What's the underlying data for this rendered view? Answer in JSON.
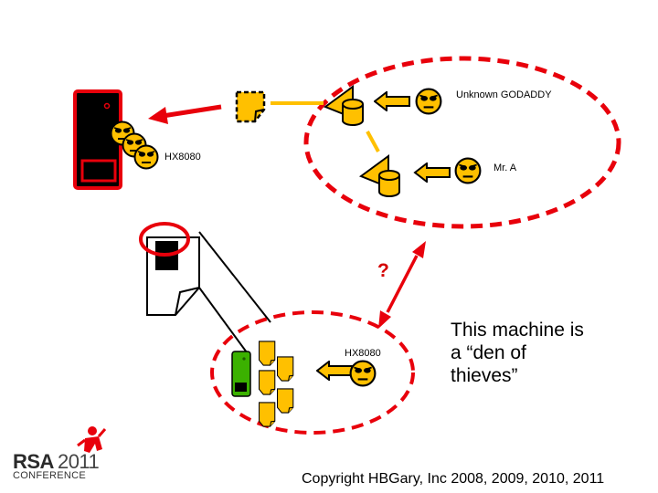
{
  "labels": {
    "unknown_godaddy": "Unknown GODADDY",
    "hx8080_top": "HX8080",
    "mr_a": "Mr. A",
    "question": "?",
    "hx8080_bottom": "HX8080",
    "den_line1": "This machine is",
    "den_line2": "a “den of",
    "den_line3": "thieves”"
  },
  "logo": {
    "brand": "RSA",
    "year": "2011",
    "conference": "CONFERENCE"
  },
  "footer": {
    "copyright": "Copyright HBGary, Inc 2008, 2009, 2010, 2011"
  },
  "colors": {
    "red": "#e8000b",
    "yellow": "#ffc000",
    "black": "#000000",
    "green": "#3bb100"
  },
  "icons": [
    "server-icon",
    "document-icon",
    "database-icon",
    "face-icon",
    "arrow-icon"
  ]
}
